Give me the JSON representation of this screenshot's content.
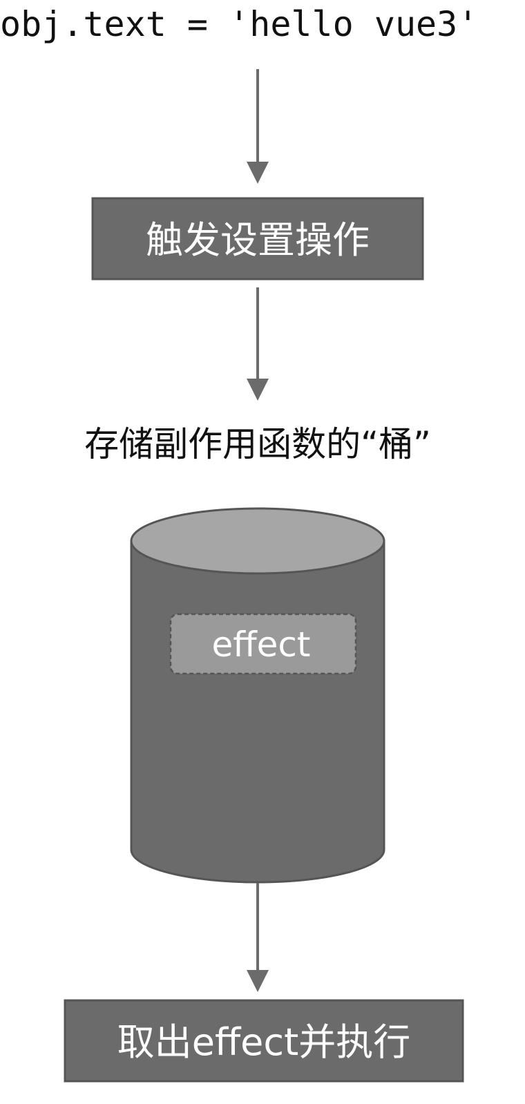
{
  "code_line": "obj.text = 'hello vue3'",
  "step1": "触发设置操作",
  "bucket_label": "存储副作用函数的“桶”",
  "bucket_item": "effect",
  "step2": "取出effect并执行",
  "colors": {
    "box_fill": "#6b6b6b",
    "box_border": "#555555",
    "cylinder_top": "#a6a6a6",
    "effect_fill": "#9a9a9a",
    "arrow": "#6b6b6b"
  }
}
